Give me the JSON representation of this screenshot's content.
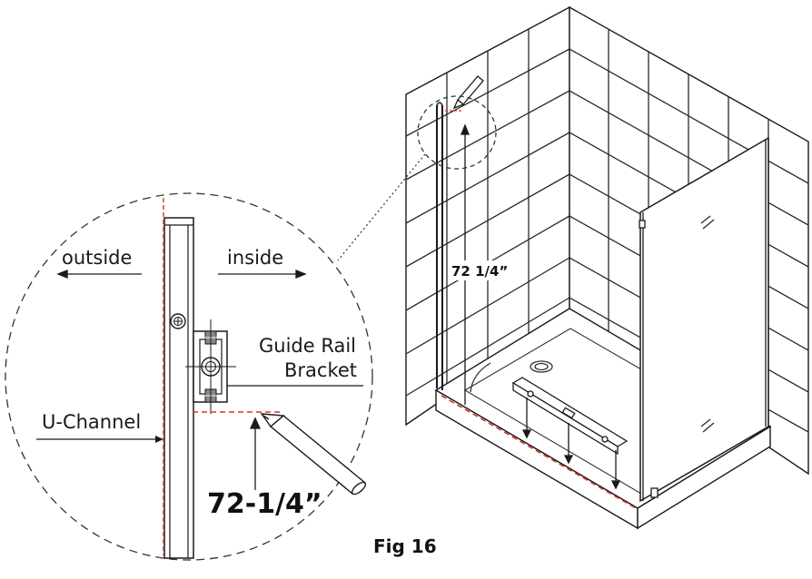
{
  "detail": {
    "outside_label": "outside",
    "inside_label": "inside",
    "bracket_label_line1": "Guide Rail",
    "bracket_label_line2": "Bracket",
    "channel_label": "U-Channel",
    "height_label": "72-1/4”"
  },
  "scene": {
    "height_label": "72 1/4”"
  },
  "caption": "Fig 16",
  "colors": {
    "line": "#1a1a1a",
    "guide_dash": "#d9342b",
    "tile_line": "#2a2a2a"
  }
}
